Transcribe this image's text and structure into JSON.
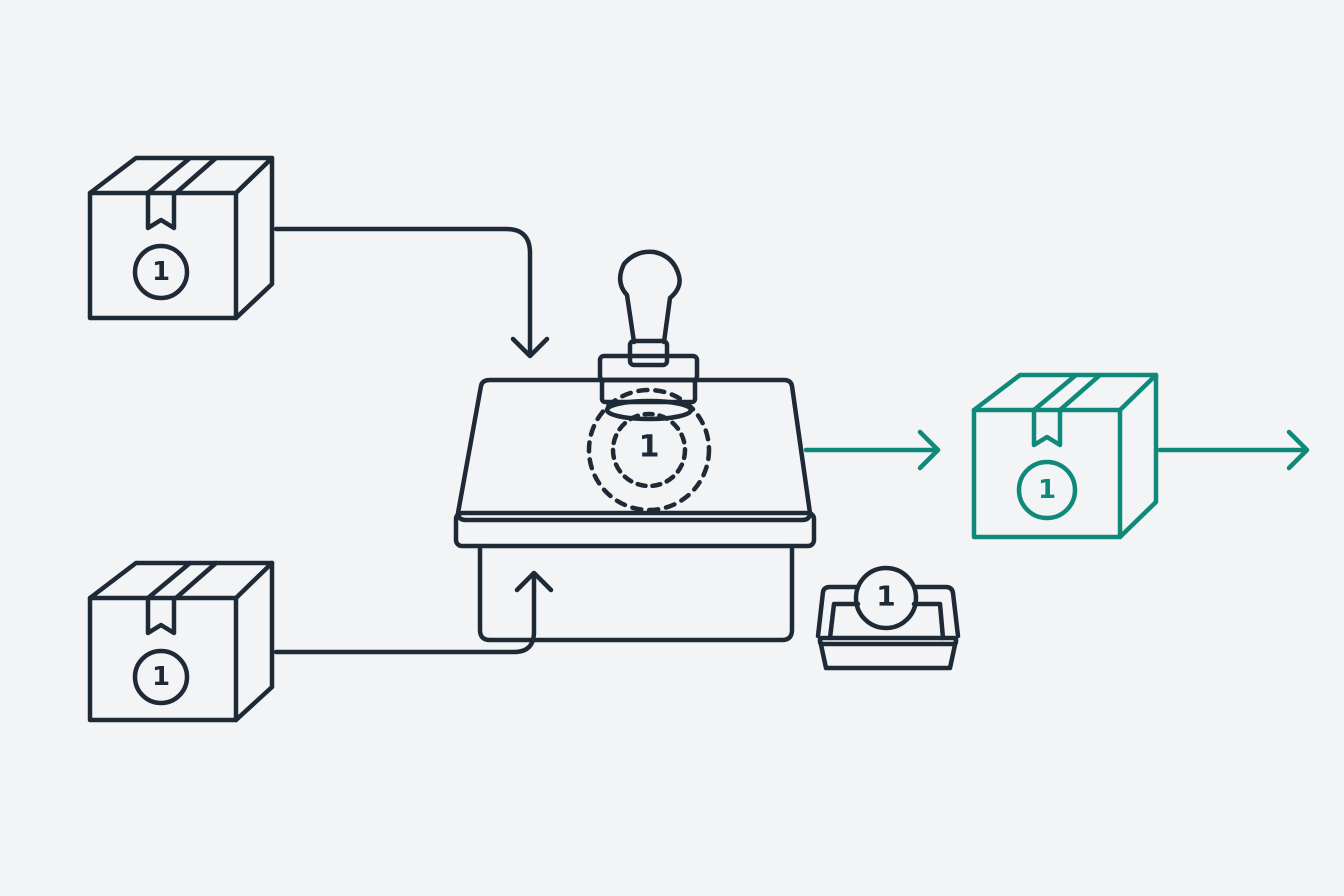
{
  "colors": {
    "background": "#f3f4f6",
    "stroke": "#1f2a37",
    "accent": "#0f8a7a"
  },
  "diagram": {
    "input_boxes": [
      {
        "icon": "package-icon",
        "badge": "1"
      },
      {
        "icon": "package-icon",
        "badge": "1"
      }
    ],
    "press": {
      "icon": "stamp-press-icon",
      "stamp_badge": "1"
    },
    "tray": {
      "icon": "token-tray-icon",
      "badge": "1"
    },
    "output_box": {
      "icon": "package-icon",
      "badge": "1"
    }
  }
}
